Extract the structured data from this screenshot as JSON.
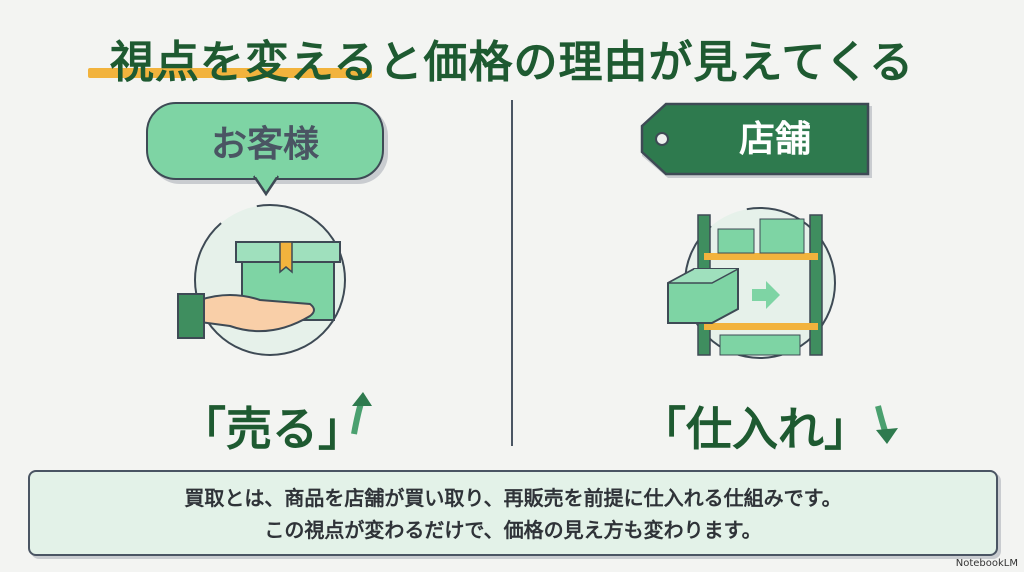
{
  "title": "視点を変えると価格の理由が見えてくる",
  "left": {
    "label": "お客様",
    "action": "「売る」",
    "arrow": "up-arrow"
  },
  "right": {
    "label": "店舗",
    "action": "「仕入れ」",
    "arrow": "down-arrow"
  },
  "summary": {
    "line1": "買取とは、商品を店舗が買い取り、再販売を前提に仕入れる仕組みです。",
    "line2": "この視点が変わるだけで、価格の見え方も変わります。"
  },
  "watermark": "NotebookLM",
  "colors": {
    "title": "#1e5a31",
    "highlight": "#f2b33d",
    "bubble": "#7ed4a4",
    "tag": "#2e7a4e"
  }
}
